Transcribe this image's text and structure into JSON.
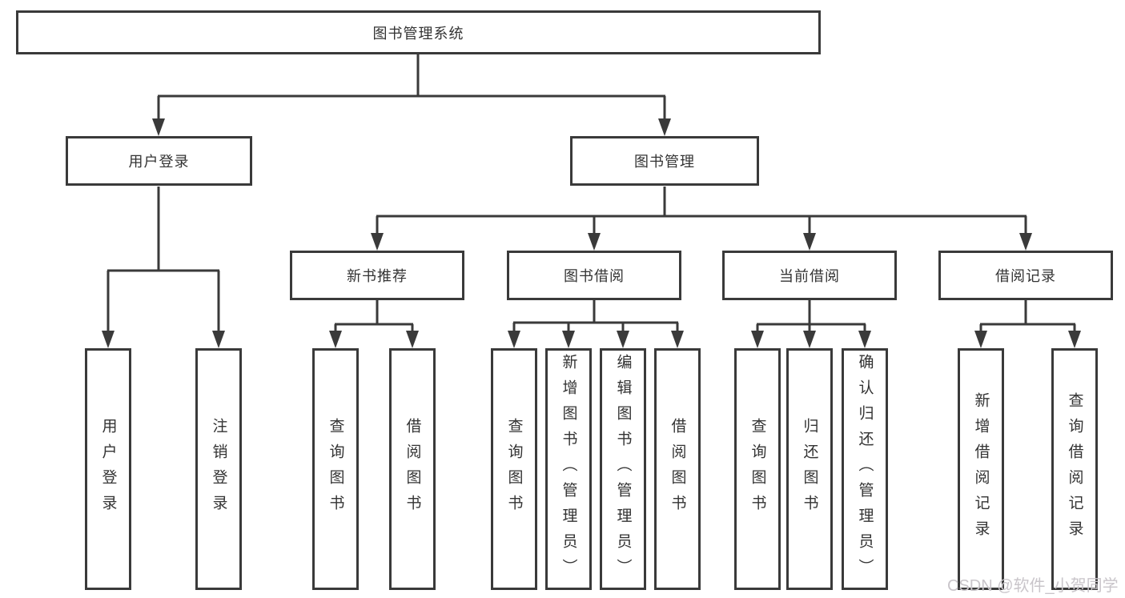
{
  "nodes": {
    "root": {
      "label": "图书管理系统"
    },
    "user_login": {
      "label": "用户登录"
    },
    "book_management": {
      "label": "图书管理"
    },
    "new_book_recommend": {
      "label": "新书推荐"
    },
    "book_borrowing": {
      "label": "图书借阅"
    },
    "current_borrowing": {
      "label": "当前借阅"
    },
    "borrowing_records": {
      "label": "借阅记录"
    },
    "leaf_user_login": {
      "label": "用户登录"
    },
    "leaf_logout_login": {
      "label": "注销登录"
    },
    "leaf_nbr_query_books": {
      "label": "查询图书"
    },
    "leaf_nbr_borrow_books": {
      "label": "借阅图书"
    },
    "leaf_bb_query_books": {
      "label": "查询图书"
    },
    "leaf_bb_add_books": {
      "label": "新增图书（管理员）"
    },
    "leaf_bb_edit_books": {
      "label": "编辑图书（管理员）"
    },
    "leaf_bb_borrow_books": {
      "label": "借阅图书"
    },
    "leaf_cb_query_books": {
      "label": "查询图书"
    },
    "leaf_cb_return_books": {
      "label": "归还图书"
    },
    "leaf_cb_confirm_return": {
      "label": "确认归还（管理员）"
    },
    "leaf_br_add_record": {
      "label": "新增借阅记录"
    },
    "leaf_br_query_record": {
      "label": "查询借阅记录"
    }
  },
  "watermark": {
    "text": "CSDN @软件_小贺同学"
  },
  "colors": {
    "line": "#3a3a3a",
    "text": "#333333",
    "background": "#ffffff",
    "watermark": "#c9c5ca"
  }
}
